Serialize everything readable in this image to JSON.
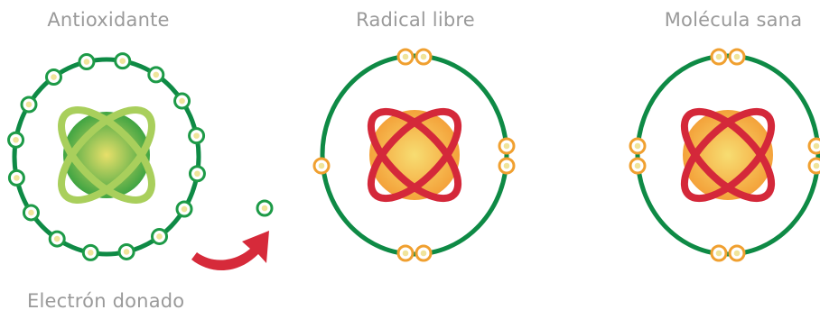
{
  "labels": {
    "antioxidant": "Antioxidante",
    "free_radical": "Radical libre",
    "healthy_molecule": "Molécula sana",
    "donated_electron": "Electrón donado"
  },
  "colors": {
    "orbit": "#0e8a45",
    "antioxidant_nucleus": "#3fa442",
    "antioxidant_nucleus_center": "#e8e06a",
    "antioxidant_rings": "#a9cf5c",
    "antioxidant_electron_ring": "#1d9a47",
    "radical_nucleus": "#f4a23a",
    "radical_nucleus_center": "#f7dd72",
    "radical_rings": "#d4283a",
    "radical_electron_ring": "#f0a030",
    "electron_dot": "#f0e49a",
    "arrow": "#d62a3a"
  },
  "icons": {
    "antioxidant_atom": "antioxidant-atom-icon",
    "free_radical_atom": "free-radical-atom-icon",
    "healthy_molecule_atom": "healthy-molecule-atom-icon",
    "donation_arrow": "curved-arrow-icon",
    "donated_electron": "electron-icon"
  },
  "counts": {
    "antioxidant_electrons": 16,
    "radical_electrons": 7,
    "healthy_electrons": 8
  }
}
